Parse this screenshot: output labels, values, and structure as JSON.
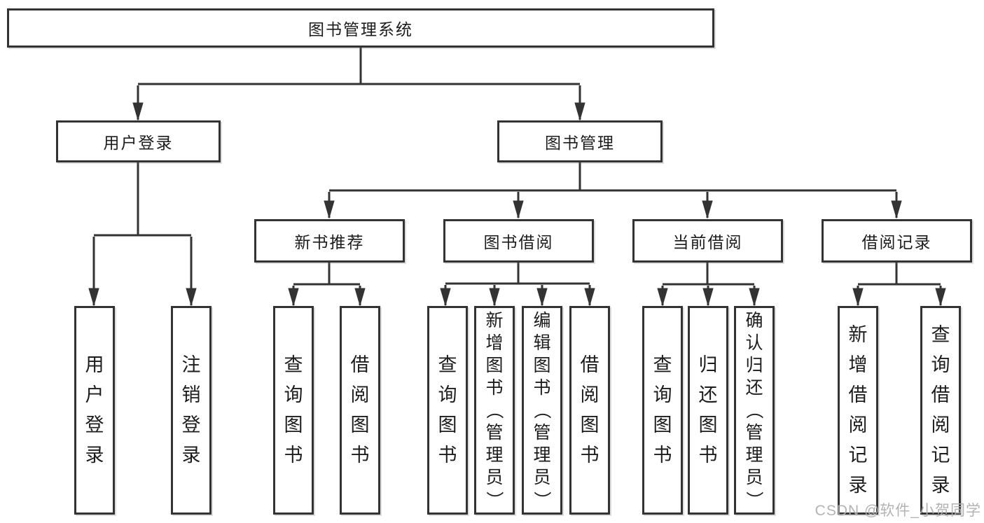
{
  "root": {
    "label": "图书管理系统"
  },
  "user_login": {
    "label": "用户登录",
    "children": [
      "用户登录",
      "注销登录"
    ]
  },
  "book_mgmt": {
    "label": "图书管理",
    "sections": [
      {
        "label": "新书推荐",
        "children": [
          "查询图书",
          "借阅图书"
        ]
      },
      {
        "label": "图书借阅",
        "children": [
          "查询图书",
          "新增图书（管理员）",
          "编辑图书（管理员）",
          "借阅图书"
        ]
      },
      {
        "label": "当前借阅",
        "children": [
          "查询图书",
          "归还图书",
          "确认归还（管理员）"
        ]
      },
      {
        "label": "借阅记录",
        "children": [
          "新增借阅记录",
          "查询借阅记录"
        ]
      }
    ]
  },
  "watermark": "CSDN @软件_小贺同学",
  "colors": {
    "line": "#333333",
    "border": "#333333",
    "text": "#1c1c1c",
    "watermark": "#afafaf",
    "background": "#ffffff"
  }
}
